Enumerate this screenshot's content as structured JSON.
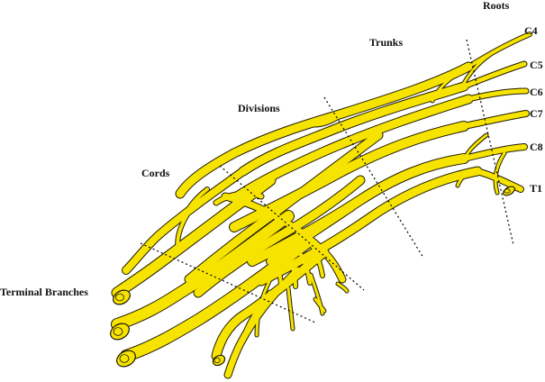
{
  "labels": {
    "roots": "Roots",
    "trunks": "Trunks",
    "divisions": "Divisions",
    "cords": "Cords",
    "terminal_branches": "Terminal Branches"
  },
  "root_levels": [
    "C4",
    "C5",
    "C6",
    "C7",
    "C8",
    "T1"
  ],
  "colors": {
    "nerve_fill": "#f7e300",
    "nerve_outline": "#1e1a00",
    "divider_line": "#000000",
    "background": "#ffffff"
  }
}
